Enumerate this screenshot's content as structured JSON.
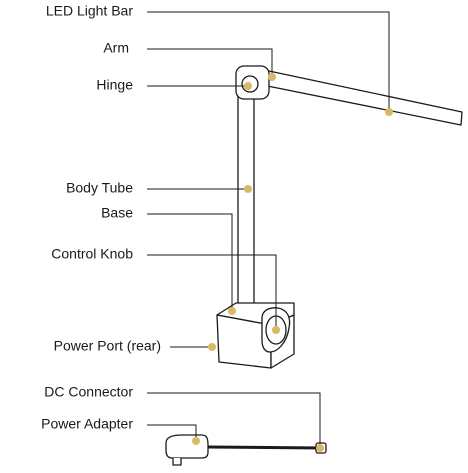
{
  "colors": {
    "line": "#1a1a1a",
    "marker": "#d9b866",
    "background": "#ffffff"
  },
  "labels": {
    "led_light_bar": "LED Light Bar",
    "arm": "Arm",
    "hinge": "Hinge",
    "body_tube": "Body Tube",
    "base": "Base",
    "control_knob": "Control Knob",
    "power_port": "Power Port (rear)",
    "dc_connector": "DC Connector",
    "power_adapter": "Power Adapter"
  }
}
